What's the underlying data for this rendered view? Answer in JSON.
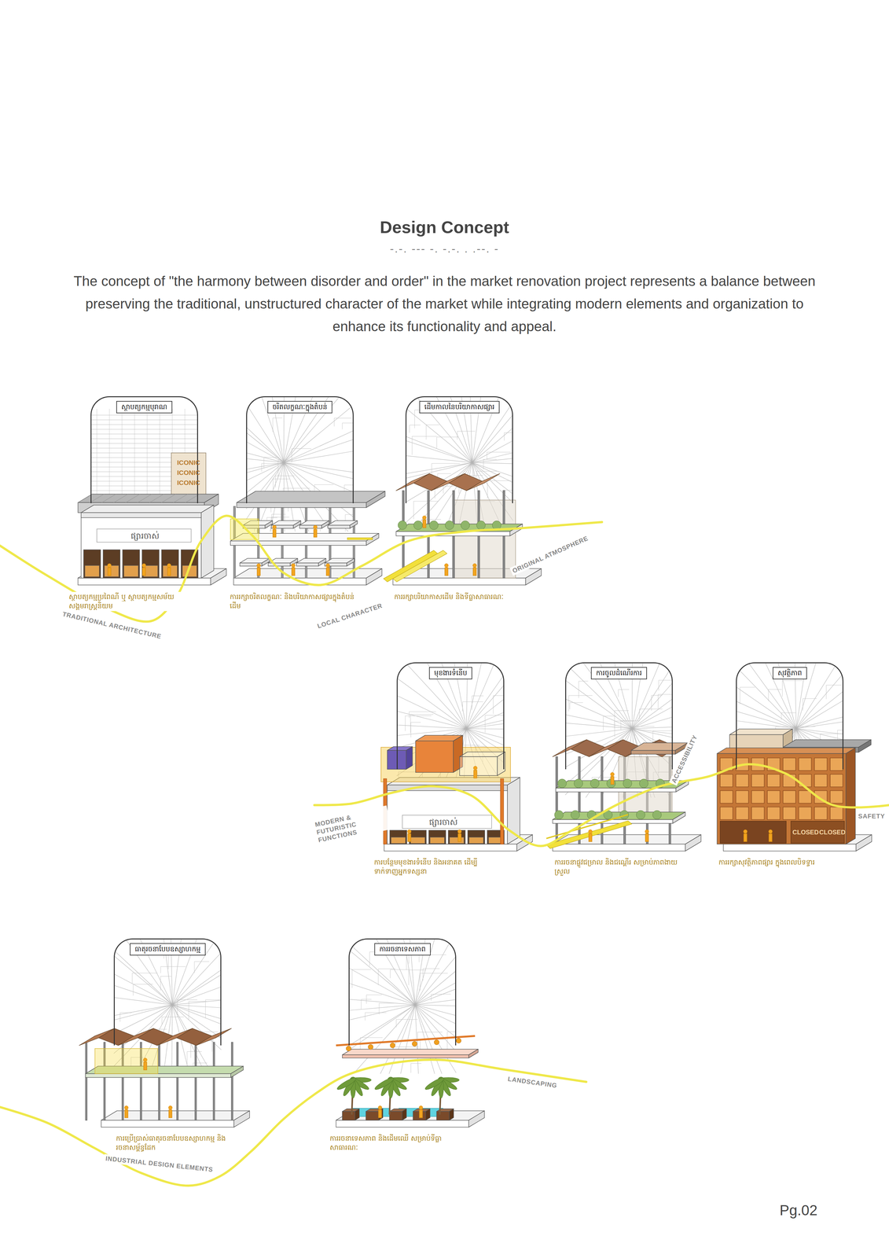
{
  "diagram": {
    "title": "Design Concept",
    "nodes": [
      {
        "text": [
          "ស្ថាបត្យកម្មបុរាណ"
        ]
      },
      {
        "text": [
          "ចរិតលក្ខណៈក្នុងតំបន់"
        ]
      },
      {
        "text": [
          "ដើមកាលនៃបរិយាកាសផ្សារ"
        ]
      },
      {
        "text": [
          "មុខងារទំនើប"
        ]
      },
      {
        "text": [
          "ការចូលដំណើរការ"
        ]
      },
      {
        "text": [
          "សុវត្ថិភាព"
        ]
      },
      {
        "text": [
          "ធាតុរចនាបែបឧស្សាហកម្ម"
        ]
      },
      {
        "text": [
          "ការរចនាទេសភាព"
        ]
      }
    ],
    "labels": [
      "-.-. --- -. -.-. . .--. -",
      "The concept of \"the harmony between disorder and order\" in the market renovation project represents a balance between preserving the traditional, unstructured character of the market while integrating modern elements and organization to enhance its functionality and appeal.",
      "ផ្សារចាស់",
      "ICONIC",
      "ICONIC",
      "ICONIC",
      "ស្ថាបត្យកម្មប្រពៃណី ឬ ស្ថាបត្យកម្មសម័យសង្គមរាស្ត្រនិយម",
      "TRADITIONAL ARCHITECTURE",
      "ការរក្សាចរិតលក្ខណៈ និងបរិយាកាសផ្សារក្នុងតំបន់ដើម",
      "LOCAL CHARACTER",
      "ការរក្សាបរិយាកាសដើម និងទីធ្លាសាធារណៈ",
      "ORIGINAL ATMOSPHERE",
      "ផ្សារចាស់",
      "ការបន្ថែមមុខងារទំនើប និងអនាគត ដើម្បីទាក់ទាញអ្នកទស្សនា",
      "MODERN & FUTURISTIC FUNCTIONS",
      "ការរចនាផ្លូវជម្រាល និងជណ្តើរ សម្រាប់ភាពងាយស្រួល",
      "ACCESSIBILITY",
      "CLOSED",
      "CLOSED",
      "ការរក្សាសុវត្ថិភាពផ្សារ ក្នុងពេលបិទទ្វារ",
      "SAFETY",
      "ការប្រើប្រាស់ធាតុរចនាបែបឧស្សាហកម្ម និងរចនាសម្ព័ន្ធដែក",
      "INDUSTRIAL DESIGN ELEMENTS",
      "ការរចនាទេសភាព និងដើមឈើ សម្រាប់ទីធ្លាសាធារណៈ",
      "LANDSCAPING",
      "Pg.02"
    ]
  }
}
